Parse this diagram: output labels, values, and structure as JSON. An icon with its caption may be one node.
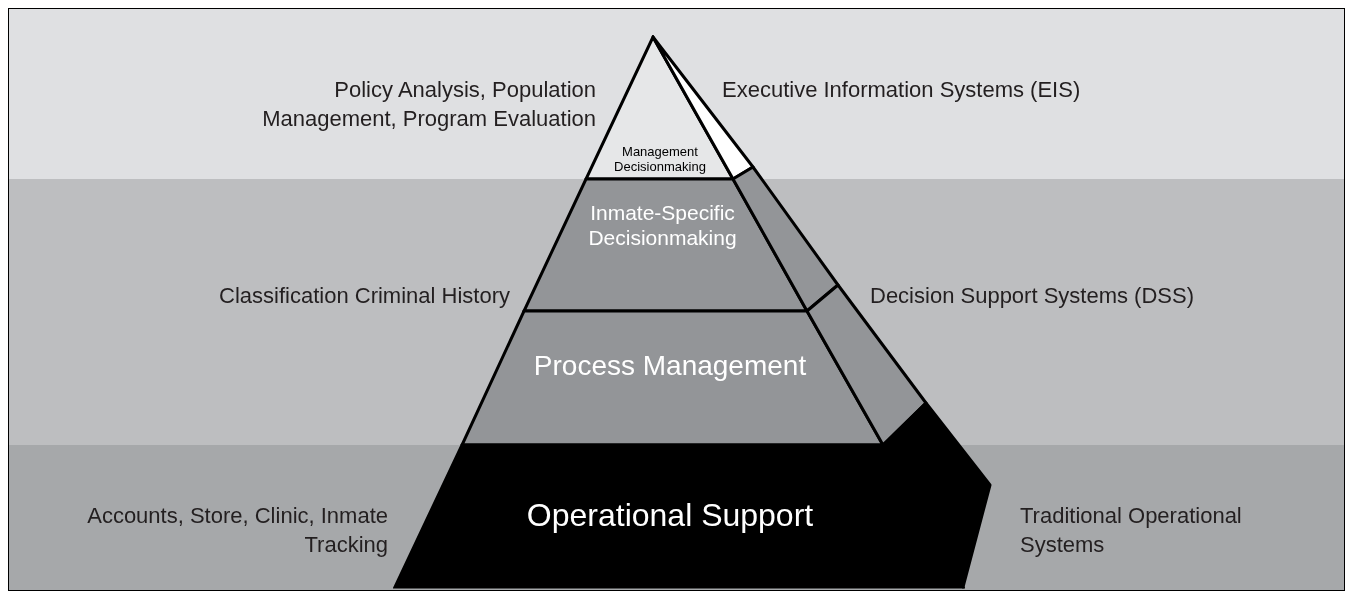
{
  "diagram": {
    "nodes": [
      {
        "text": [
          "Policy Analysis, Population Management, Program Evaluation",
          "Executive Information Systems (EIS)"
        ]
      },
      {
        "text": [
          "Management Decisionmaking"
        ],
        "in": 0
      },
      {
        "text": [
          "Classification Criminal History",
          "Decision Support Systems (DSS)"
        ]
      },
      {
        "text": [
          "Inmate-Specific Decisionmaking"
        ],
        "in": 2
      },
      {
        "text": [
          "Process Management"
        ],
        "in": 2
      },
      {
        "text": [
          "Accounts, Store, Clinic, Inmate Tracking",
          "Traditional Operational Systems"
        ]
      },
      {
        "text": [
          "Operational Support"
        ],
        "in": 5
      }
    ],
    "edges": []
  }
}
